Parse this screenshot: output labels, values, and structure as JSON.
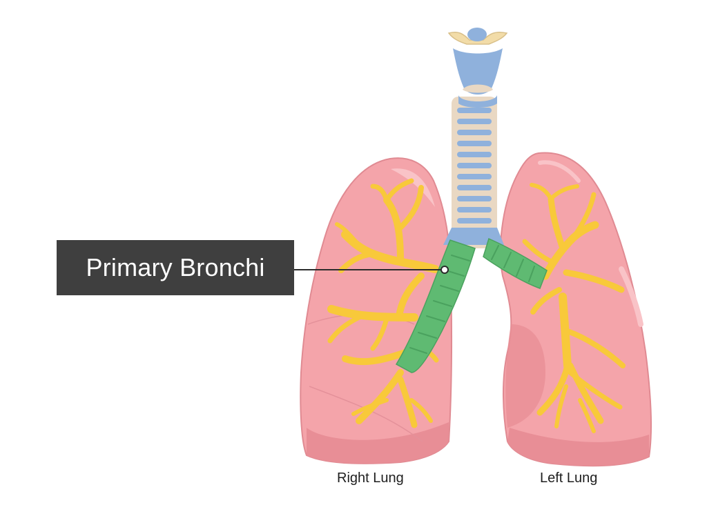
{
  "callout": {
    "label": "Primary Bronchi"
  },
  "lungs": {
    "right_label": "Right Lung",
    "left_label": "Left Lung"
  },
  "colors": {
    "lung": "#f4a4aa",
    "lung_shadow": "#e88e96",
    "lung_highlight": "#f9c3c7",
    "bronchial_tree": "#f8c93a",
    "primary_bronchi": "#5fba72",
    "trachea_cartilage": "#8fb1dc",
    "trachea_wall": "#e9d8c3",
    "larynx": "#8fb1dc",
    "hyoid": "#f2dca8",
    "callout_box": "#3f3f3f"
  }
}
